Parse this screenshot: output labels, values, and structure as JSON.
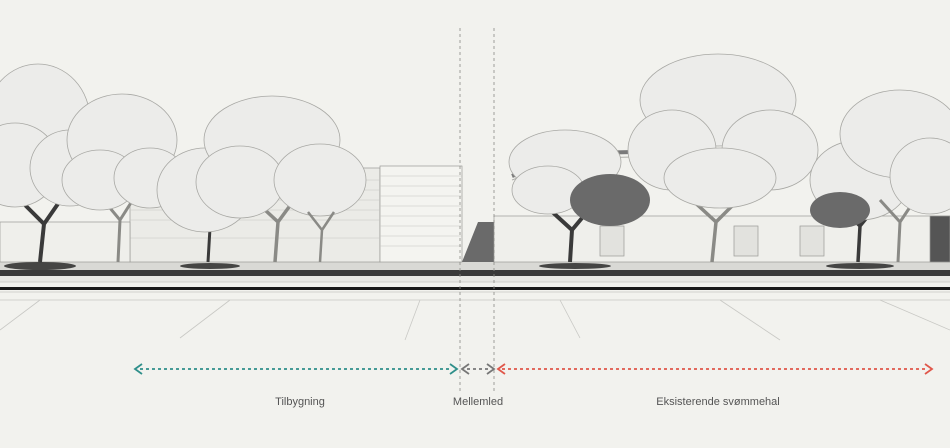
{
  "colors": {
    "background": "#f2f2ee",
    "ground_line": "#1a1a1a",
    "tree_fill": "#ececea",
    "tree_stroke": "#a8a8a4",
    "building_stroke": "#9a9a96",
    "shadow": "#2a2a2a",
    "tilbygning": "#2f8f8a",
    "mellemled": "#777777",
    "eksisterende": "#e0574a"
  },
  "zones": [
    {
      "id": "tilbygning",
      "label": "Tilbygning"
    },
    {
      "id": "mellemled",
      "label": "Mellemled"
    },
    {
      "id": "eksisterende",
      "label": "Eksisterende svømmehal"
    }
  ]
}
